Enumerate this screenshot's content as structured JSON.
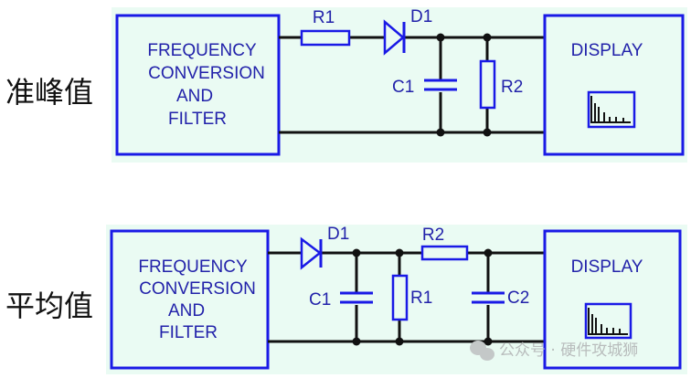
{
  "diagrams": [
    {
      "title_cn": "准峰值",
      "input_block": [
        "FREQUENCY",
        "CONVERSION",
        "AND",
        "FILTER"
      ],
      "output_block": "DISPLAY",
      "components": {
        "r_series": "R1",
        "diode": "D1",
        "cap": "C1",
        "r_shunt": "R2"
      }
    },
    {
      "title_cn": "平均值",
      "input_block": [
        "FREQUENCY",
        "CONVERSION",
        "AND",
        "FILTER"
      ],
      "output_block": "DISPLAY",
      "components": {
        "diode": "D1",
        "cap1": "C1",
        "r_shunt": "R1",
        "r_series": "R2",
        "cap2": "C2"
      }
    }
  ],
  "watermark": "公众号 · 硬件攻城狮",
  "colors": {
    "block": "#1a1ae6",
    "text": "#2222aa",
    "background": "#eafbf3",
    "wire": "#111111"
  }
}
